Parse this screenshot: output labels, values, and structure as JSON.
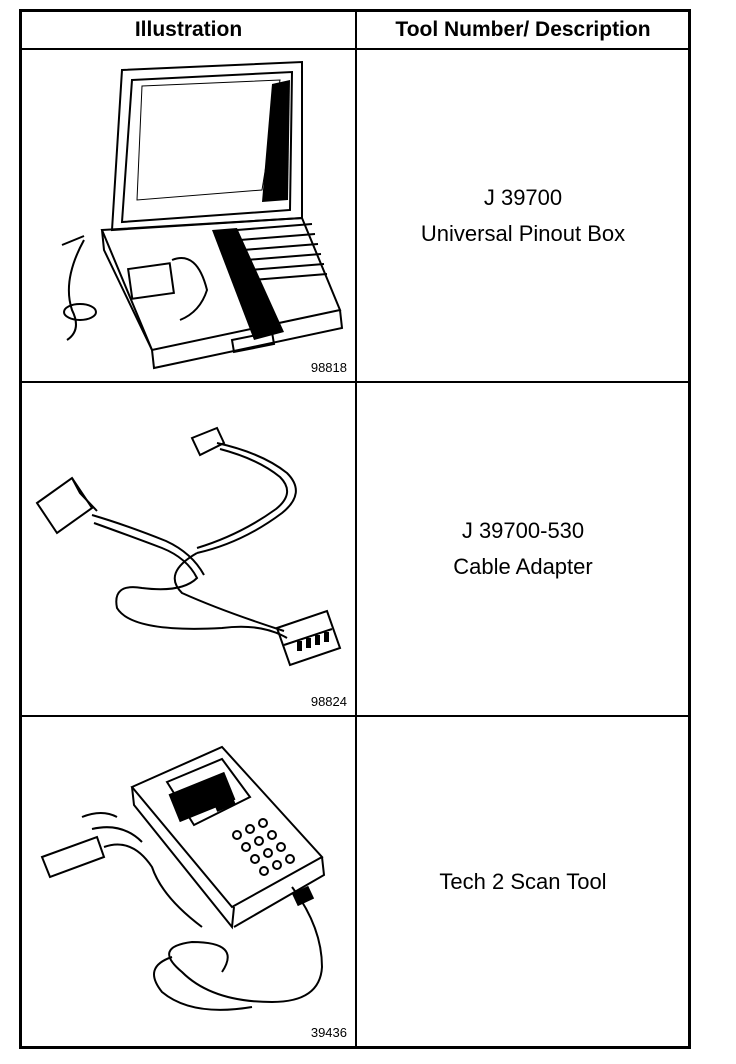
{
  "table": {
    "headers": [
      "Illustration",
      "Tool Number/ Description"
    ],
    "rows": [
      {
        "tool_number": "J 39700",
        "description": "Universal Pinout Box",
        "figure_number": "98818",
        "icon": "pinout-box-case-icon"
      },
      {
        "tool_number": "J 39700-530",
        "description": "Cable Adapter",
        "figure_number": "98824",
        "icon": "cable-adapter-icon"
      },
      {
        "tool_number": "",
        "description": "Tech 2 Scan Tool",
        "figure_number": "39436",
        "icon": "tech2-scan-tool-icon"
      }
    ]
  }
}
